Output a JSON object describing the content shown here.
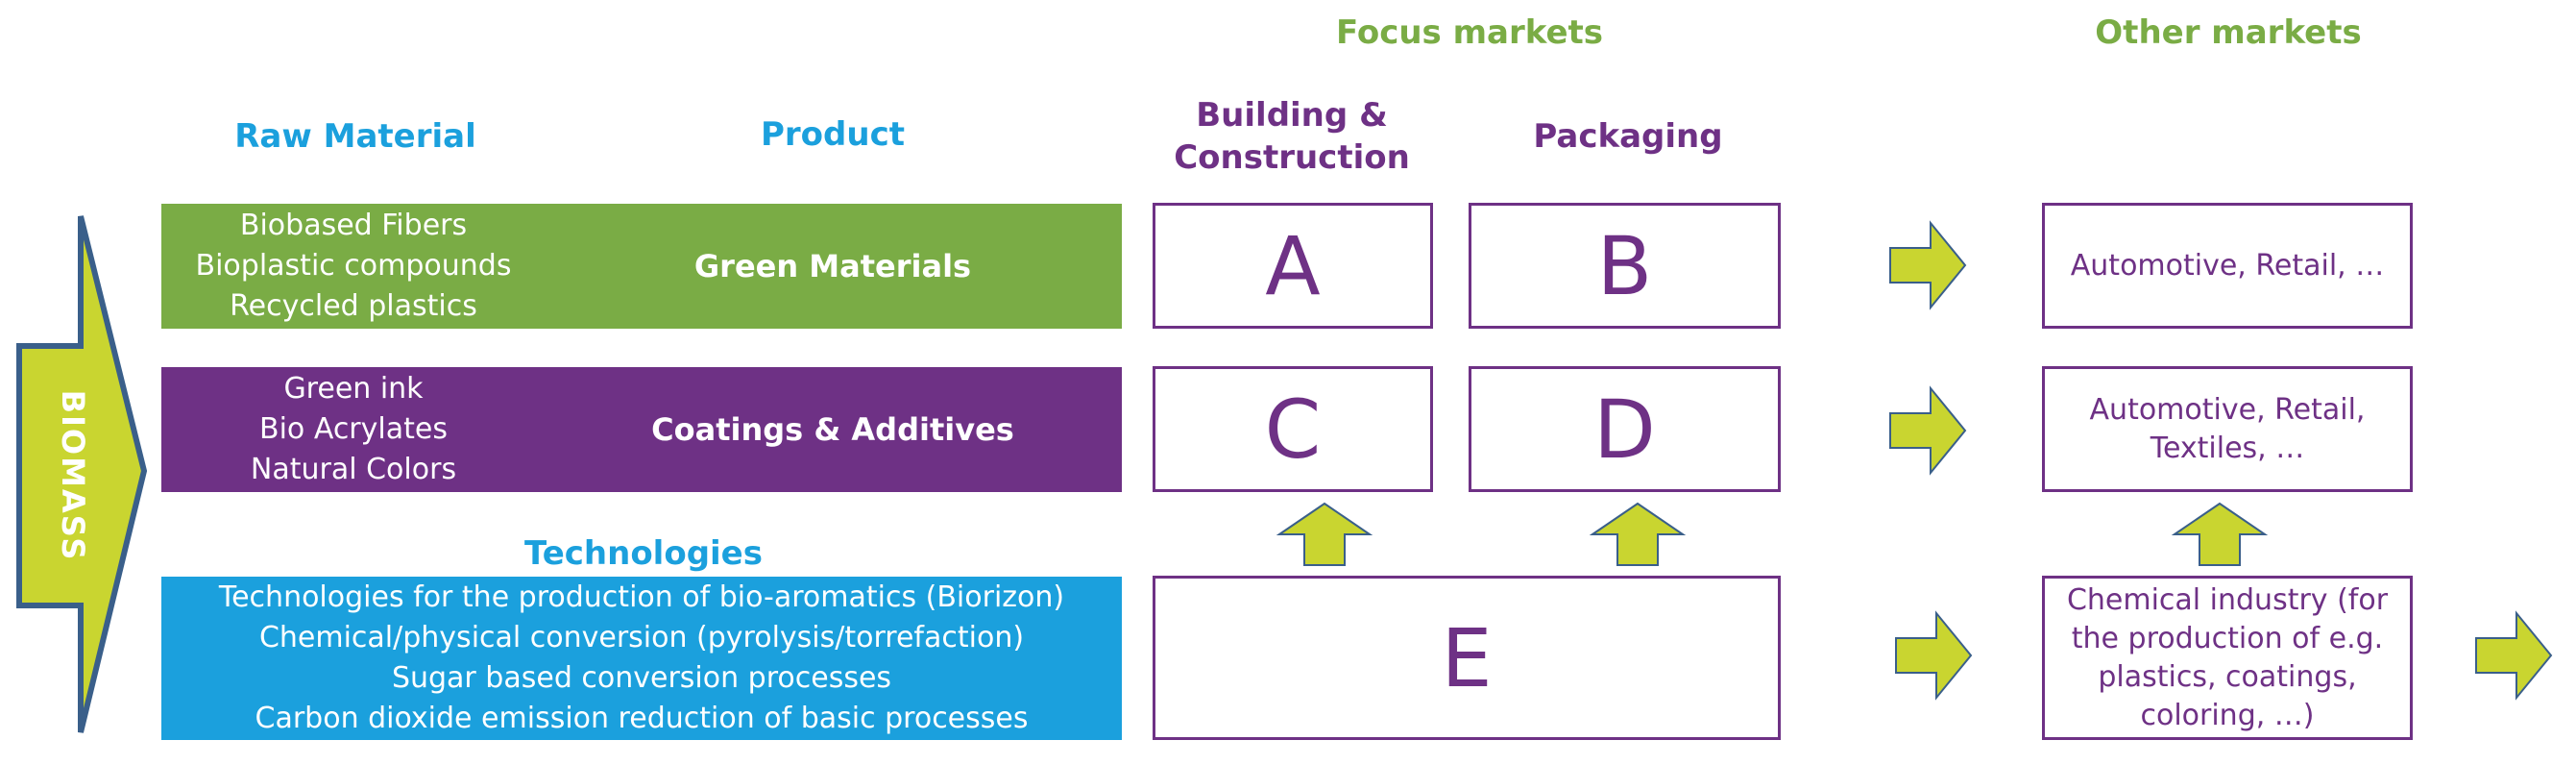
{
  "headers": {
    "focus_markets": "Focus markets",
    "other_markets": "Other markets",
    "raw_material": "Raw Material",
    "product": "Product",
    "building_construction_line1": "Building &",
    "building_construction_line2": "Construction",
    "packaging": "Packaging",
    "technologies": "Technologies"
  },
  "biomass": {
    "label": "BIOMASS"
  },
  "green_materials": {
    "items": [
      "Biobased Fibers",
      "Bioplastic compounds",
      "Recycled plastics"
    ],
    "product": "Green Materials"
  },
  "coatings_additives": {
    "items": [
      "Green ink",
      "Bio Acrylates",
      "Natural Colors"
    ],
    "product": "Coatings & Additives"
  },
  "technologies_band": {
    "items": [
      "Technologies for the production of bio-aromatics (Biorizon)",
      "Chemical/physical conversion (pyrolysis/torrefaction)",
      "Sugar based conversion processes",
      "Carbon dioxide emission reduction of basic processes"
    ]
  },
  "boxes": {
    "a": "A",
    "b": "B",
    "c": "C",
    "d": "D",
    "e": "E"
  },
  "other_markets_boxes": {
    "row1": [
      "Automotive, Retail, …"
    ],
    "row2": [
      "Automotive, Retail,",
      "Textiles, …"
    ],
    "row3": [
      "Chemical industry (for",
      "the production of e.g.",
      "plastics, coatings,",
      "coloring, …)"
    ]
  },
  "colors": {
    "green_band": "#7aac45",
    "purple_band": "#6e3185",
    "blue_band": "#1ba0dd",
    "arrow_fill": "#c9d530",
    "arrow_stroke": "#3a5f8a",
    "header_green": "#7aac45"
  }
}
